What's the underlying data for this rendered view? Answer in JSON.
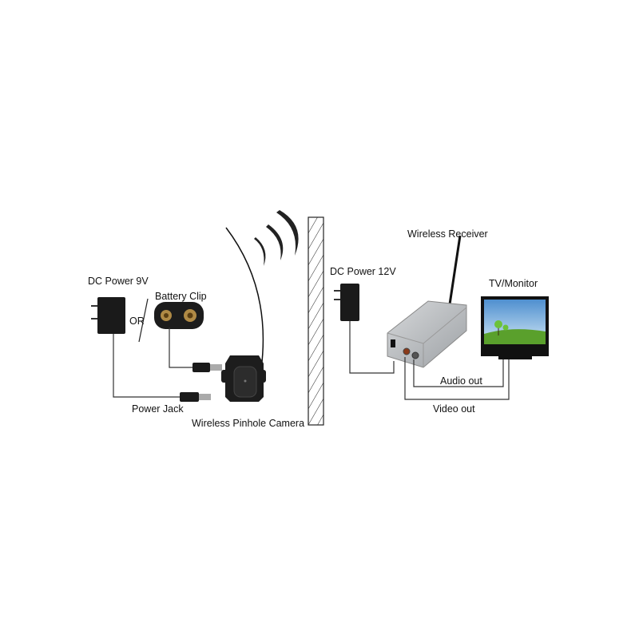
{
  "labels": {
    "dc_power_9v": "DC Power 9V",
    "or": "OR",
    "battery_clip": "Battery Clip",
    "power_jack": "Power Jack",
    "camera": "Wireless Pinhole Camera",
    "dc_power_12v": "DC Power 12V",
    "receiver": "Wireless Receiver",
    "tv": "TV/Monitor",
    "audio_out": "Audio out",
    "video_out": "Video out"
  },
  "colors": {
    "adapter": "#1a1a1a",
    "receiver": "#b9bcbf",
    "tv_sky": "#7fb6e0",
    "tv_grass": "#5aa02c"
  }
}
